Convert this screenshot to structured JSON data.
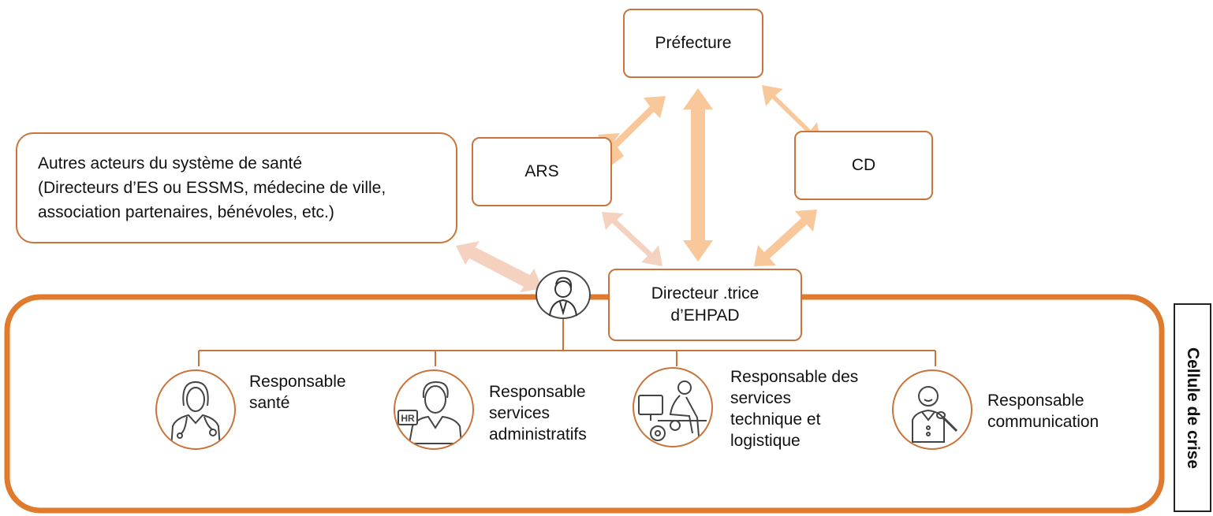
{
  "nodes": {
    "prefecture": "Préfecture",
    "ars": "ARS",
    "cd": "CD",
    "autres_acteurs": "Autres acteurs du système de santé\n(Directeurs d’ES ou ESSMS, médecine de ville,\nassociation partenaires, bénévoles, etc.)",
    "directeur": "Directeur .trice\nd’EHPAD"
  },
  "cellule_label": "Cellule de crise",
  "roles": [
    {
      "label": "Responsable\nsanté",
      "icon": "doctor-icon"
    },
    {
      "label": "Responsable\nservices\nadministratifs",
      "icon": "hr-person-icon"
    },
    {
      "label": "Responsable des\nservices\ntechnique et\nlogistique",
      "icon": "technician-desk-icon"
    },
    {
      "label": "Responsable\ncommunication",
      "icon": "speaker-microphone-icon"
    }
  ],
  "director_icon": "director-person-icon",
  "colors": {
    "frame": "#e07a2c",
    "box_border": "#c8743a",
    "arrow": "#f8c79a",
    "arrow_faded": "#f5d2c0",
    "org_line": "#c8743a"
  }
}
